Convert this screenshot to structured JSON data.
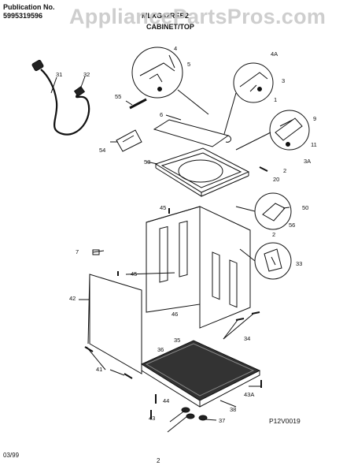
{
  "header": {
    "publication_label": "Publication No.",
    "publication_number": "5995319596",
    "model": "MLXG42REB2",
    "section_title": "CABINET/TOP",
    "watermark": "AppliancePartsPros.com"
  },
  "parts": [
    "4",
    "5",
    "4A",
    "3",
    "1",
    "31",
    "32",
    "55",
    "6",
    "9",
    "11",
    "3A",
    "54",
    "53",
    "2",
    "20",
    "45",
    "50",
    "56",
    "7",
    "2",
    "33",
    "45",
    "42",
    "46",
    "34",
    "35",
    "36",
    "41",
    "43A",
    "44",
    "38",
    "43",
    "37"
  ],
  "diagram_code": "P12V0019",
  "footer": {
    "date": "03/99",
    "page": "2"
  },
  "colors": {
    "line": "#111111",
    "watermark": "#c9c9c9",
    "base_fill": "#333333"
  }
}
